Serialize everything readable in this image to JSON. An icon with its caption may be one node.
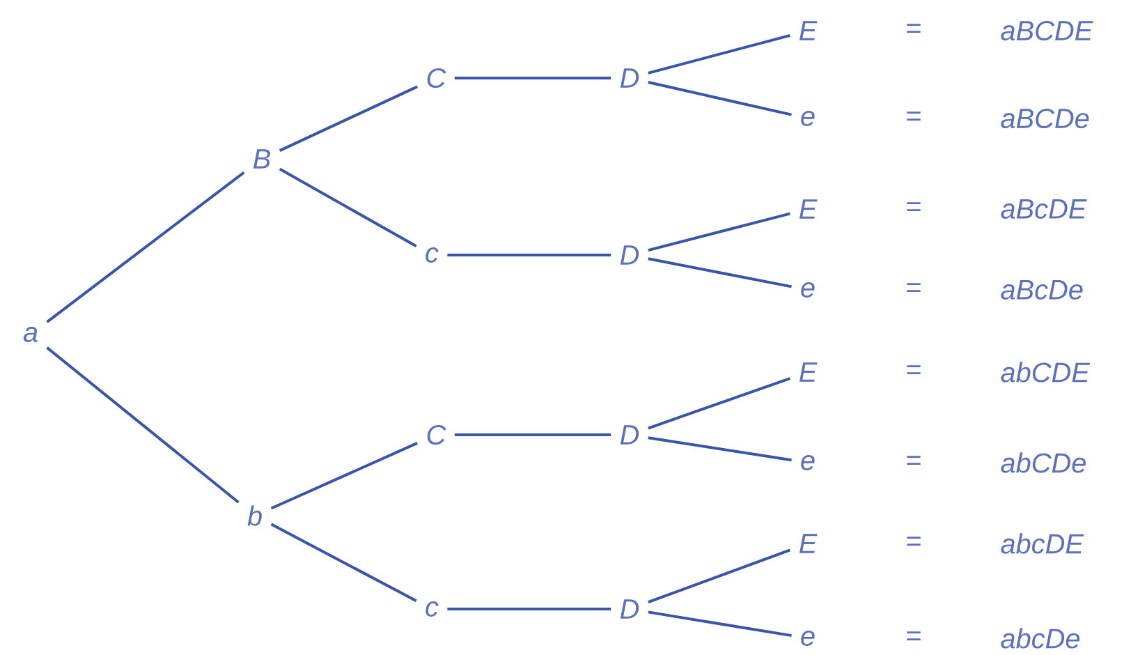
{
  "diagram": {
    "nodes": [
      {
        "text": [
          "a"
        ]
      },
      {
        "text": [
          "B"
        ]
      },
      {
        "text": [
          "b"
        ]
      },
      {
        "text": [
          "C"
        ]
      },
      {
        "text": [
          "c"
        ]
      },
      {
        "text": [
          "C"
        ]
      },
      {
        "text": [
          "c"
        ]
      },
      {
        "text": [
          "D"
        ]
      },
      {
        "text": [
          "D"
        ]
      },
      {
        "text": [
          "D"
        ]
      },
      {
        "text": [
          "D"
        ]
      },
      {
        "text": [
          "E"
        ]
      },
      {
        "text": [
          "e"
        ]
      },
      {
        "text": [
          "E"
        ]
      },
      {
        "text": [
          "e"
        ]
      },
      {
        "text": [
          "E"
        ]
      },
      {
        "text": [
          "e"
        ]
      },
      {
        "text": [
          "E"
        ]
      },
      {
        "text": [
          "e"
        ]
      }
    ],
    "edges": [
      {
        "from": 0,
        "to": 1,
        "arrow": "none"
      },
      {
        "from": 0,
        "to": 2,
        "arrow": "none"
      },
      {
        "from": 1,
        "to": 3,
        "arrow": "none"
      },
      {
        "from": 1,
        "to": 4,
        "arrow": "none"
      },
      {
        "from": 2,
        "to": 5,
        "arrow": "none"
      },
      {
        "from": 2,
        "to": 6,
        "arrow": "none"
      },
      {
        "from": 3,
        "to": 7,
        "arrow": "none"
      },
      {
        "from": 4,
        "to": 8,
        "arrow": "none"
      },
      {
        "from": 5,
        "to": 9,
        "arrow": "none"
      },
      {
        "from": 6,
        "to": 10,
        "arrow": "none"
      },
      {
        "from": 7,
        "to": 11,
        "arrow": "none"
      },
      {
        "from": 7,
        "to": 12,
        "arrow": "none"
      },
      {
        "from": 8,
        "to": 13,
        "arrow": "none"
      },
      {
        "from": 8,
        "to": 14,
        "arrow": "none"
      },
      {
        "from": 9,
        "to": 15,
        "arrow": "none"
      },
      {
        "from": 9,
        "to": 16,
        "arrow": "none"
      },
      {
        "from": 10,
        "to": 17,
        "arrow": "none"
      },
      {
        "from": 10,
        "to": 18,
        "arrow": "none"
      }
    ],
    "labels": [
      "=",
      "aBCDE",
      "=",
      "aBCDe",
      "=",
      "aBcDE",
      "=",
      "aBcDe",
      "=",
      "abCDE",
      "=",
      "abCDe",
      "=",
      "abcDE",
      "=",
      "abcDe"
    ]
  }
}
